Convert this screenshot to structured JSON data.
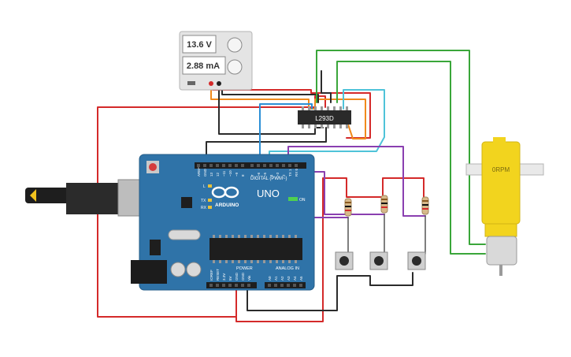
{
  "power_supply": {
    "voltage": "13.6 V",
    "current": "2.88 mA"
  },
  "driver_chip": {
    "label": "L293D"
  },
  "motor": {
    "speed": "0RPM"
  },
  "arduino": {
    "logo_text": "ARDUINO",
    "model": "UNO",
    "digital_header_label": "DIGITAL (PWM~)",
    "power_label": "POWER",
    "analog_label": "ANALOG IN",
    "led_L": "L",
    "led_TX": "TX",
    "led_RX": "RX",
    "on_label": "ON",
    "digital_pins": [
      "AREF",
      "GND",
      "13",
      "12",
      "~11",
      "~10",
      "~9",
      "8",
      "7",
      "~6",
      "~5",
      "4",
      "~3",
      "2",
      "TX 1",
      "RX 0"
    ],
    "power_pins": [
      "IOREF",
      "RESET",
      "3.3V",
      "5V",
      "GND",
      "GND",
      "Vin"
    ],
    "analog_pins": [
      "A0",
      "A1",
      "A2",
      "A3",
      "A4",
      "A5"
    ]
  },
  "colors": {
    "board": "#2f73a8",
    "wire_red": "#d42a2a",
    "wire_black": "#2b2b2b",
    "wire_green": "#3aa63a",
    "wire_orange": "#f08a1c",
    "wire_blue": "#2b8fd6",
    "wire_cyan": "#4fc3d9",
    "wire_purple": "#8a3fb0",
    "motor_yellow": "#f2d41e"
  }
}
